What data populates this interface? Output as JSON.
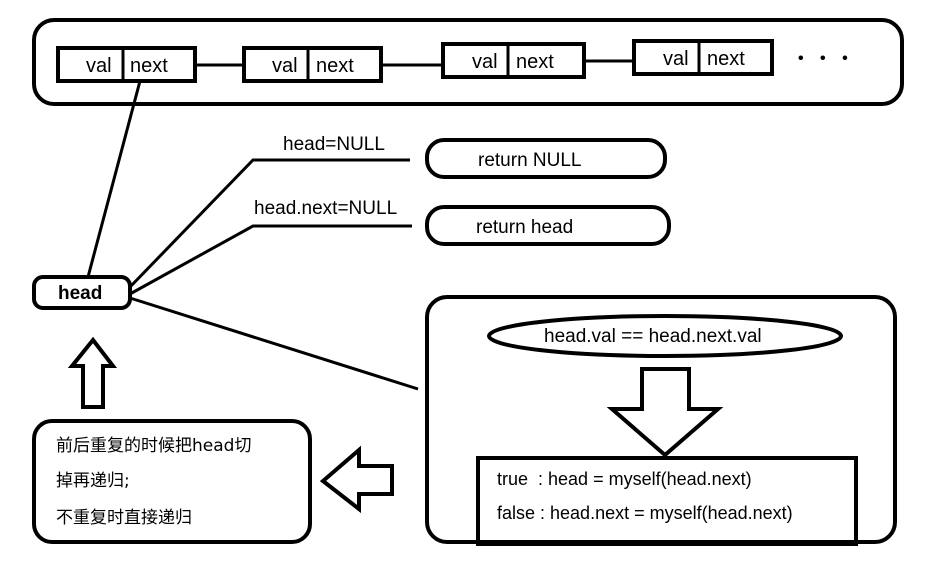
{
  "linked_list": {
    "nodes": [
      {
        "val": "val",
        "next": "next"
      },
      {
        "val": "val",
        "next": "next"
      },
      {
        "val": "val",
        "next": "next"
      },
      {
        "val": "val",
        "next": "next"
      }
    ],
    "ellipsis": "• • •"
  },
  "head_label": "head",
  "branches": {
    "null_condition": "head=NULL",
    "null_result": "return NULL",
    "single_condition": "head.next=NULL",
    "single_result": "return head"
  },
  "compare_box": {
    "condition": "head.val == head.next.val",
    "true_line": "true  : head = myself(head.next)",
    "false_line": "false : head.next = myself(head.next)"
  },
  "note": {
    "line1": "前后重复的时候把head切",
    "line2": "掉再递归;",
    "line3": "不重复时直接递归"
  }
}
